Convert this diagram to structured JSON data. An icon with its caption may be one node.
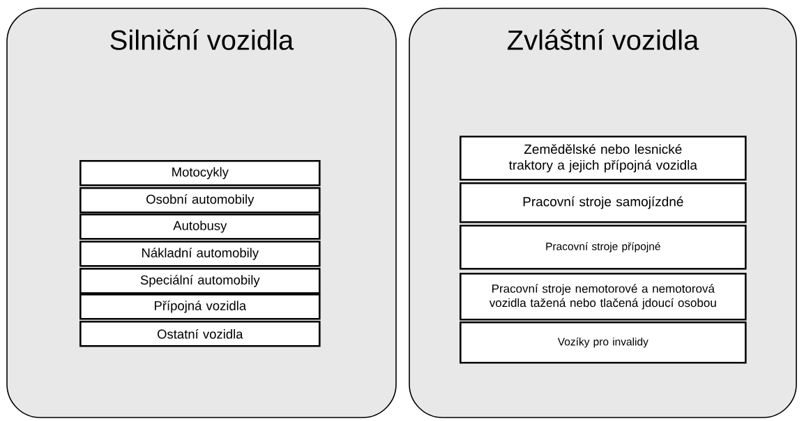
{
  "diagram": {
    "nodes": [
      {
        "text": [
          "Silniční vozidla"
        ]
      },
      {
        "text": [
          "Motocykly"
        ],
        "in": 0
      },
      {
        "text": [
          "Osobní automobily"
        ],
        "in": 0
      },
      {
        "text": [
          "Autobusy"
        ],
        "in": 0
      },
      {
        "text": [
          "Nákladní automobily"
        ],
        "in": 0
      },
      {
        "text": [
          "Speciální automobily"
        ],
        "in": 0
      },
      {
        "text": [
          "Přípojná vozidla"
        ],
        "in": 0
      },
      {
        "text": [
          "Ostatní vozidla"
        ],
        "in": 0
      },
      {
        "text": [
          "Zvláštní vozidla"
        ]
      },
      {
        "text": [
          "Zemědělské nebo lesnické traktory a jejich přípojná vozidla"
        ],
        "in": 8
      },
      {
        "text": [
          "Pracovní stroje samojízdné"
        ],
        "in": 8
      },
      {
        "text": [
          "Pracovní stroje přípojné"
        ],
        "in": 8
      },
      {
        "text": [
          "Pracovní stroje nemotorové a nemotorová vozidla tažená nebo tlačená jdoucí osobou"
        ],
        "in": 8
      },
      {
        "text": [
          "Vozíky pro invalidy"
        ],
        "in": 8
      }
    ]
  }
}
